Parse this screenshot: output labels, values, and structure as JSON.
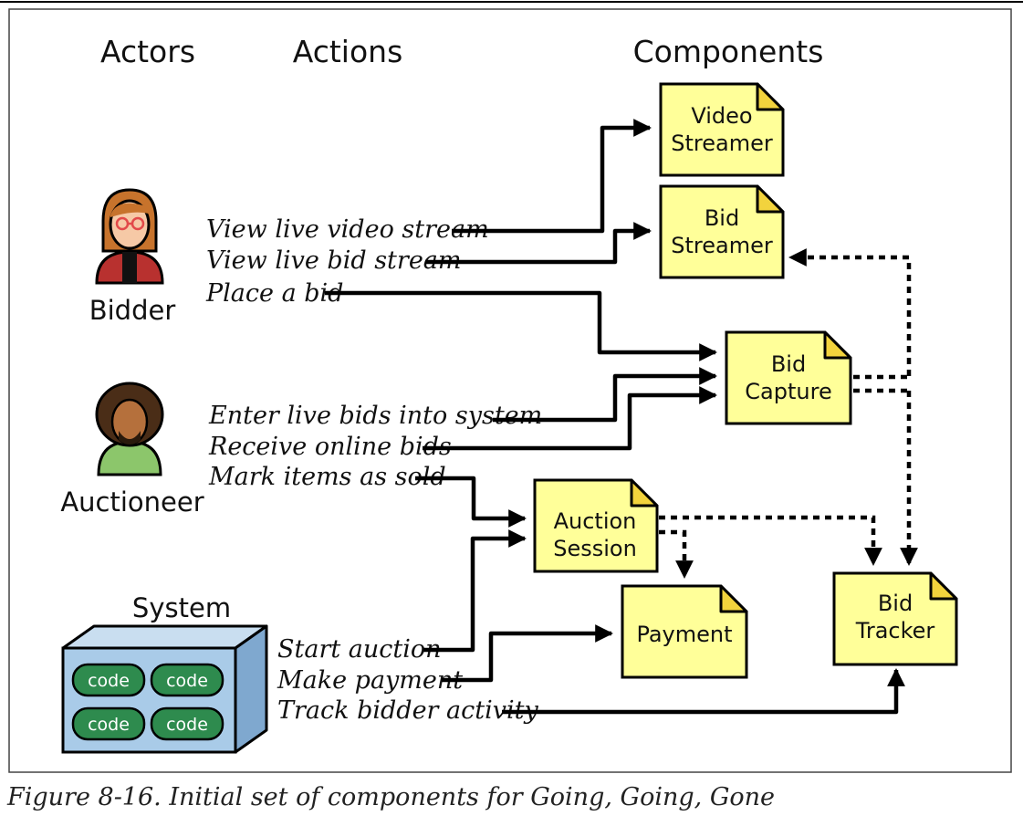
{
  "headers": {
    "actors": "Actors",
    "actions": "Actions",
    "components": "Components"
  },
  "actors": {
    "bidder": "Bidder",
    "auctioneer": "Auctioneer",
    "system": "System",
    "code_label": "code"
  },
  "actions": {
    "view_video": "View live video stream",
    "view_bid": "View live bid stream",
    "place_bid": "Place a bid",
    "enter_bids": "Enter live bids into system",
    "receive_bids": "Receive online bids",
    "mark_sold": "Mark items as sold",
    "start_auction": "Start auction",
    "make_payment": "Make payment",
    "track_activity": "Track bidder activity"
  },
  "components": {
    "video_streamer": [
      "Video",
      "Streamer"
    ],
    "bid_streamer": [
      "Bid",
      "Streamer"
    ],
    "bid_capture": [
      "Bid",
      "Capture"
    ],
    "auction_session": [
      "Auction",
      "Session"
    ],
    "payment": [
      "Payment"
    ],
    "bid_tracker": [
      "Bid",
      "Tracker"
    ]
  },
  "caption": "Figure 8-16. Initial set of components for Going, Going, Gone",
  "colors": {
    "note_fill": "#ffff99",
    "note_fold": "#f2d33d",
    "code_pill": "#2e8b4e",
    "system_face": "#a9cbe8",
    "bidder_shirt": "#b8312f",
    "auctioneer_shirt": "#8cc66b"
  }
}
